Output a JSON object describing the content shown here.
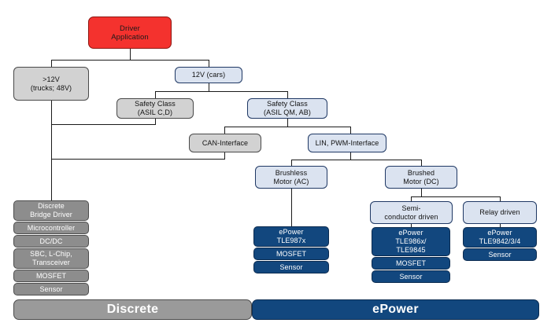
{
  "diagram": {
    "title_node": {
      "label": "Driver\nApplication"
    },
    "nodes": {
      "gt12v": "&gt;12V\n(trucks; 48V)",
      "v12_cars": "12V (cars)",
      "safety_cd": "Safety Class\n(ASIL C,D)",
      "safety_qmab": "Safety Class\n(ASIL QM, AB)",
      "can_interface": "CAN-Interface",
      "lin_pwm_interface": "LIN, PWM-Interface",
      "brushless_motor": "Brushless\nMotor (AC)",
      "brushed_motor": "Brushed\nMotor (DC)",
      "semiconductor_driven": "Semi-\nconductor driven",
      "relay_driven": "Relay driven"
    },
    "discrete_stack": [
      "Discrete\nBridge Driver",
      "Microcontroller",
      "DC/DC",
      "SBC, L-Chip,\nTransceiver",
      "MOSFET",
      "Sensor"
    ],
    "brushless_stack": [
      "ePower\nTLE987x",
      "MOSFET",
      "Sensor"
    ],
    "semiconductor_stack": [
      "ePower\nTLE986x/\nTLE9845",
      "MOSFET",
      "Sensor"
    ],
    "relay_stack": [
      "ePower\nTLE9842/3/4",
      "Sensor"
    ],
    "banners": {
      "discrete": "Discrete",
      "epower": "ePower"
    },
    "colors": {
      "red": "#f4322e",
      "light_blue": "#dbe3f0",
      "light_gray": "#d2d2d2",
      "mid_gray": "#8d8d8d",
      "navy": "#12477e",
      "banner_gray": "#9a9a9a",
      "line": "#1a1a1a"
    }
  }
}
